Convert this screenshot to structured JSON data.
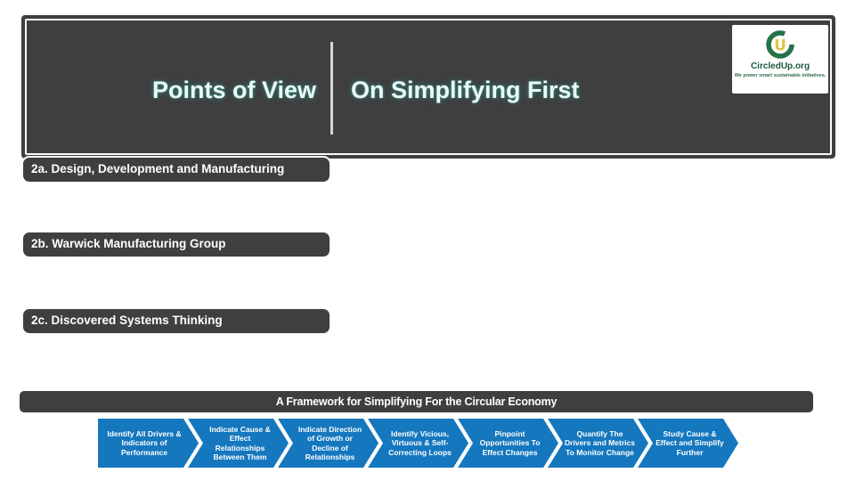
{
  "page": {
    "background": "#FFFFFF"
  },
  "header": {
    "title_left": "Points of View",
    "title_right": "On Simplifying First",
    "panel_color": "#3F3F3F",
    "title_color": "#EDF7F5",
    "accent_teal": "#2FA096"
  },
  "logo": {
    "org_name": "CircledUp.org",
    "tagline": "We power smart sustainable initiatives.",
    "icon": "circled-u-ring-icon",
    "ring_green": "#267247",
    "u_yellow": "#E2C63F",
    "text_green": "#1E5B3C"
  },
  "section_bars": [
    {
      "label": "2a. Design, Development and Manufacturing"
    },
    {
      "label": "2b. Warwick Manufacturing Group"
    },
    {
      "label": "2c. Discovered Systems Thinking"
    }
  ],
  "framework": {
    "title": "A Framework for Simplifying For the Circular Economy",
    "bar_color": "#3F3F3F"
  },
  "process_steps": {
    "chevron_color": "#1577BE",
    "text_color": "#FFFFFF",
    "steps": [
      {
        "label": "Identify All Drivers & Indicators of Performance"
      },
      {
        "label": "Indicate Cause & Effect Relationships Between Them"
      },
      {
        "label": "Indicate Direction of Growth or Decline of Relationships"
      },
      {
        "label": "Identify Vicious, Virtuous & Self-Correcting Loops"
      },
      {
        "label": "Pinpoint Opportunities To Effect Changes"
      },
      {
        "label": "Quantify The Drivers and Metrics To Monitor Change"
      },
      {
        "label": "Study Cause & Effect and Simplify Further"
      }
    ]
  }
}
